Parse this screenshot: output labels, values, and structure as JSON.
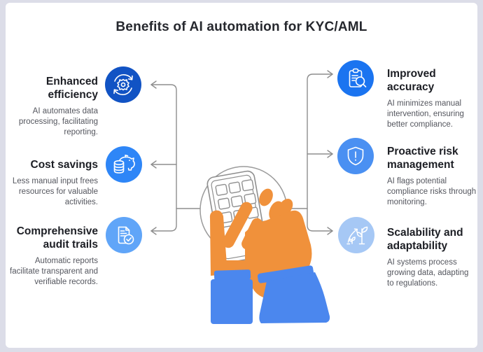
{
  "title": "Benefits of AI automation for KYC/AML",
  "colors": {
    "background": "#dcdde8",
    "card": "#ffffff",
    "heading_text": "#1c1e24",
    "body_text": "#54565e",
    "connector": "#8e8e8e",
    "sleeve_blue": "#4b87ee",
    "hand_orange": "#f0913b",
    "icon_enhanced_efficiency": "#1153c4",
    "icon_cost_savings": "#2e86f7",
    "icon_audit_trails": "#60a5f8",
    "icon_improved_accuracy": "#1b74f0",
    "icon_risk_management": "#4a90f2",
    "icon_scalability": "#a6c8f5"
  },
  "left_items": [
    {
      "heading": "Enhanced efficiency",
      "body": "AI automates data processing, facilitating reporting.",
      "icon": "gear-sync-icon"
    },
    {
      "heading": "Cost savings",
      "body": "Less manual input frees resources for valuable activities.",
      "icon": "piggy-bank-icon"
    },
    {
      "heading": "Comprehensive audit trails",
      "body": "Automatic reports facilitate transparent and verifiable records.",
      "icon": "document-check-icon"
    }
  ],
  "right_items": [
    {
      "heading": "Improved accuracy",
      "body": "AI minimizes manual intervention, ensuring better compliance.",
      "icon": "clipboard-search-icon"
    },
    {
      "heading": "Proactive risk management",
      "body": "AI flags potential compliance risks through monitoring.",
      "icon": "shield-alert-icon"
    },
    {
      "heading": "Scalability and adaptability",
      "body": "AI systems process growing data, adapting to regulations.",
      "icon": "growth-plant-icon"
    }
  ],
  "illustration": "hands-tapping-keypad-device"
}
